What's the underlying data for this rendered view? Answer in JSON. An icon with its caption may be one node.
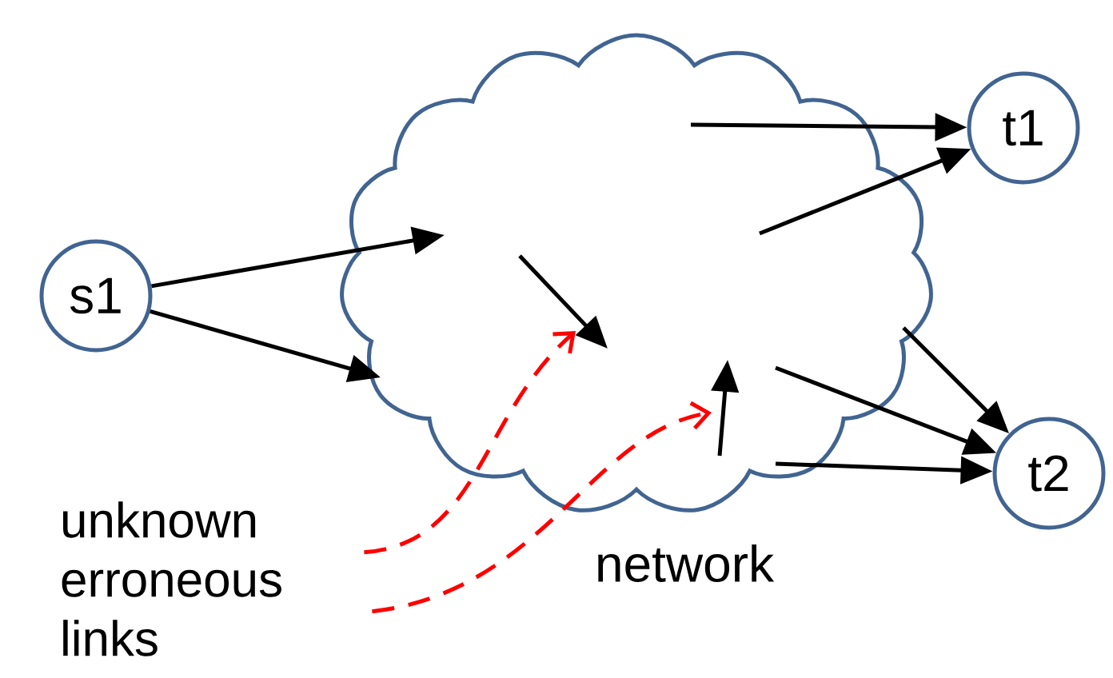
{
  "diagram": {
    "nodes": [
      {
        "text": [],
        "shape": "cloud",
        "beside": [
          "network"
        ]
      },
      {
        "text": [
          "s1"
        ]
      },
      {
        "text": [
          "t1"
        ]
      },
      {
        "text": [
          "t2"
        ]
      },
      {
        "text": [
          "unknown erroneous links"
        ]
      }
    ],
    "edges": [
      {
        "from": 1,
        "to": 0,
        "arrow": "to"
      },
      {
        "from": 1,
        "to": 0,
        "arrow": "to"
      },
      {
        "from": 0,
        "to": 2,
        "arrow": "to"
      },
      {
        "from": 0,
        "to": 2,
        "arrow": "to"
      },
      {
        "from": 0,
        "to": 3,
        "arrow": "to"
      },
      {
        "from": 0,
        "to": 3,
        "arrow": "to"
      },
      {
        "from": 0,
        "to": 3,
        "arrow": "to"
      },
      {
        "from": 4,
        "to": 0,
        "arrow": "to",
        "style": "dashed",
        "color": "#ff0000"
      },
      {
        "from": 4,
        "to": 0,
        "arrow": "to",
        "style": "dashed",
        "color": "#ff0000"
      }
    ]
  }
}
